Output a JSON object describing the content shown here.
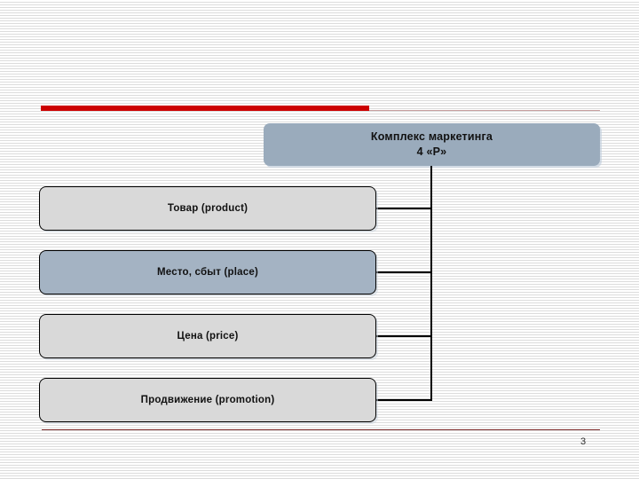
{
  "slide": {
    "page_number": "3",
    "title_box": {
      "line1": "Комплекс маркетинга",
      "line2": "4 «Р»",
      "fill_color": "#9aabbc",
      "text_color": "#111111"
    },
    "items": [
      {
        "label": "Товар (product)",
        "fill_color": "#d9d9d9"
      },
      {
        "label": "Место, сбыт (place)",
        "fill_color": "#a4b3c3"
      },
      {
        "label": "Цена (price)",
        "fill_color": "#d9d9d9"
      },
      {
        "label": "Продвижение (promotion)",
        "fill_color": "#d9d9d9"
      }
    ],
    "accent_colors": {
      "red_bar": "#cc0000",
      "thin_rule": "#c8a0a0",
      "bottom_rule": "#7d2b2b",
      "connector": "#000000",
      "background": "#ffffff",
      "stripe": "#dcdcdc"
    }
  }
}
